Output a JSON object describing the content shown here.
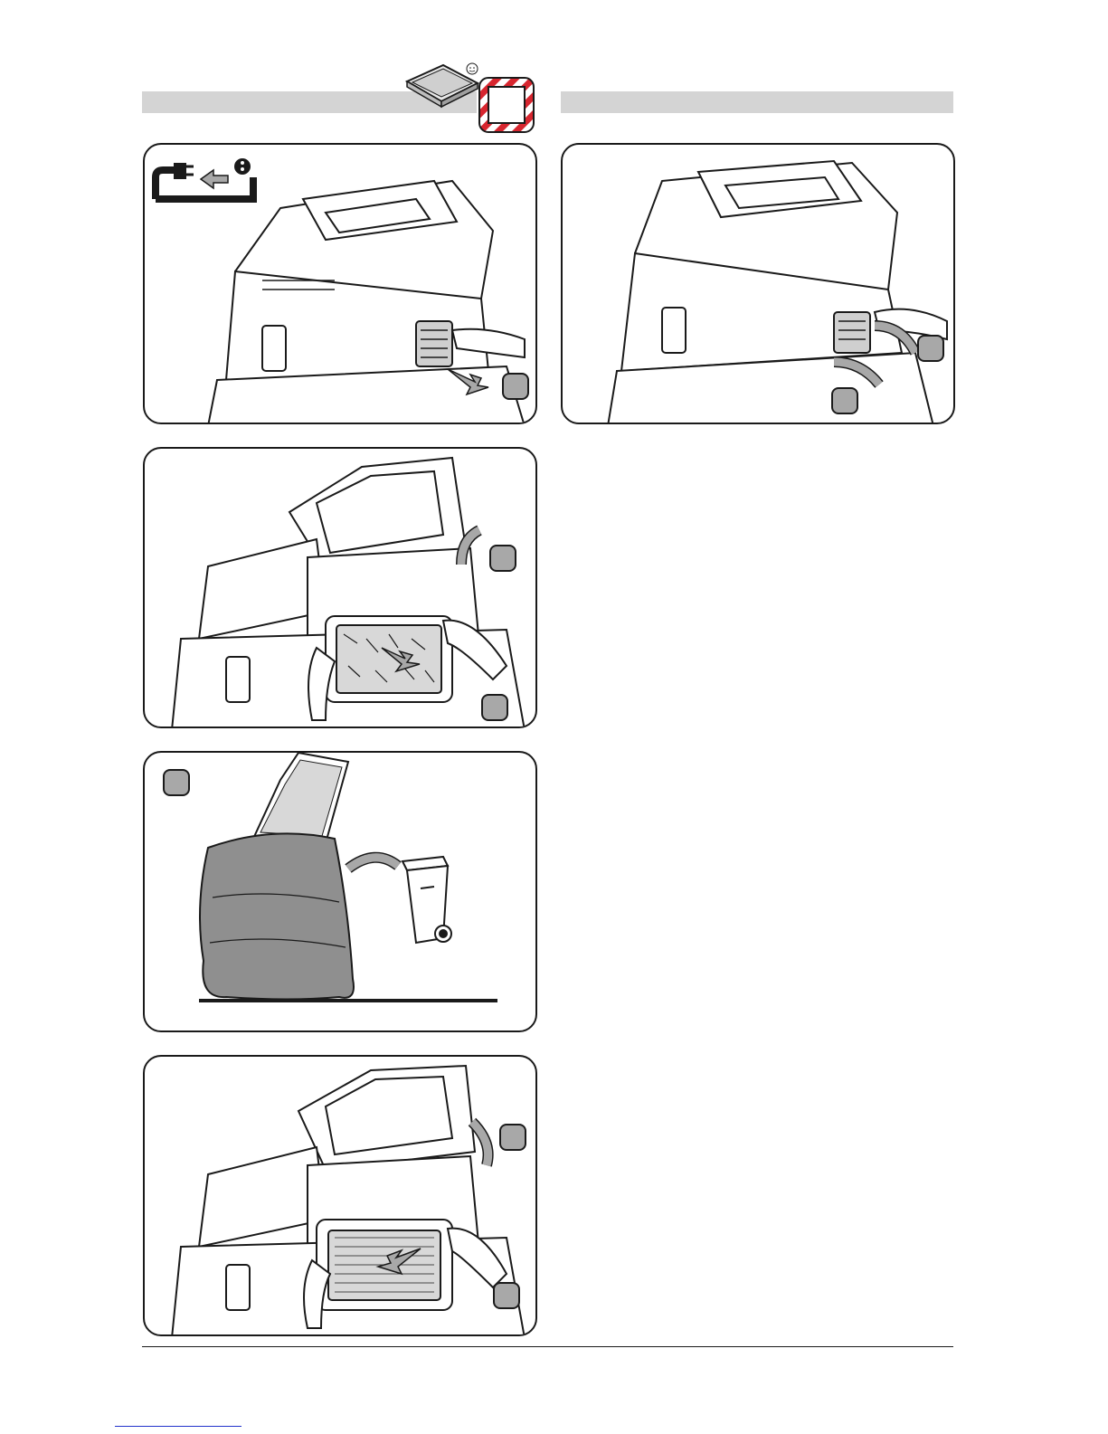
{
  "header": {
    "left_section_title": "",
    "right_section_title": "",
    "filter_icon": "hepa-filter-smiley-icon",
    "warning_icon": "hazard-frame-icon"
  },
  "panels": [
    {
      "id": "step-unplug-remove-cover",
      "icons": [
        "plug-icon",
        "arrow-left-icon",
        "socket-icon"
      ],
      "markers": 1
    },
    {
      "id": "step-refit-cover",
      "markers": 2
    },
    {
      "id": "step-open-lid-remove-filter",
      "markers": 2
    },
    {
      "id": "step-bag-and-dispose",
      "markers": 1
    },
    {
      "id": "step-insert-new-filter-close-lid",
      "markers": 2
    }
  ],
  "colors": {
    "header_bar": "#d4d4d4",
    "marker": "#a8a8a8",
    "bag": "#8f8f8f",
    "hazard_red": "#d7262f",
    "outline": "#1a1a1a"
  },
  "footer": {
    "page_number": "",
    "link_text": ""
  }
}
